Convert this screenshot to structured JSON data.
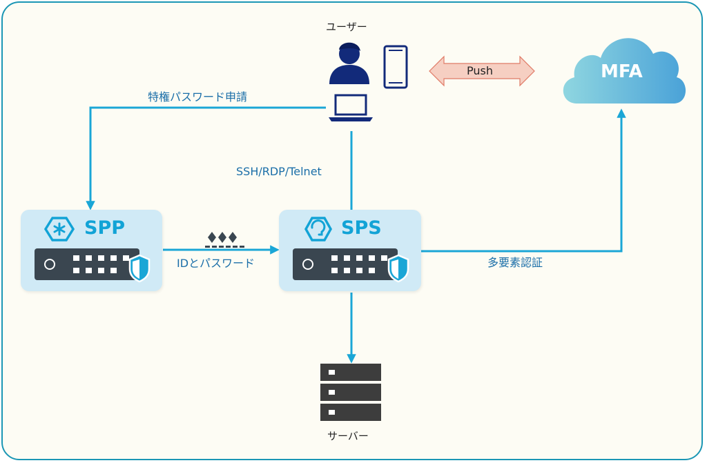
{
  "labels": {
    "user": "ユーザー",
    "server": "サーバー",
    "push": "Push",
    "mfa": "MFA",
    "privileged_request": "特権パスワード申請",
    "protocols": "SSH/RDP/Telnet",
    "id_password": "IDとパスワード",
    "mfa_auth": "多要素認証"
  },
  "boxes": {
    "spp": {
      "title": "SPP"
    },
    "sps": {
      "title": "SPS"
    }
  },
  "colors": {
    "line": "#1aa6d6",
    "frame": "#1a96b4",
    "box": "#d0eaf6",
    "title": "#12a3d6",
    "icon_navy": "#122a7a",
    "appliance": "#3a4650",
    "push_arrow": "#f4c6b8",
    "cloud_start": "#8fd6e0",
    "cloud_end": "#4aa2d8"
  },
  "icons": [
    "user-icon",
    "smartphone-icon",
    "laptop-icon",
    "cloud-icon",
    "server-icon",
    "hexagon-asterisk-icon",
    "hexagon-key-icon",
    "shield-icon",
    "password-dots-icon"
  ]
}
